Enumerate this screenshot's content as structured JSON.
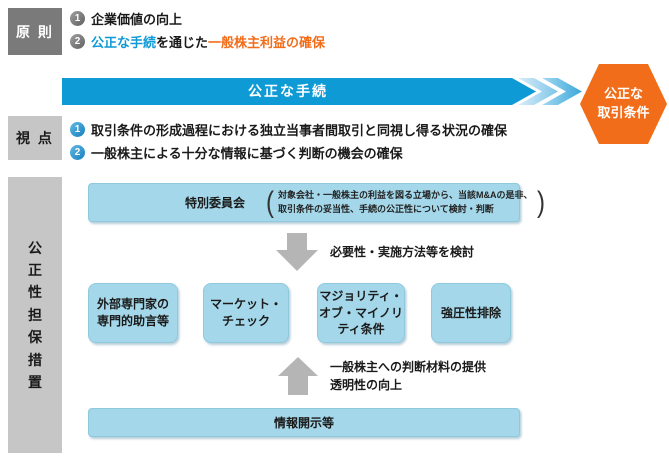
{
  "colors": {
    "accent_blue": "#0e9ad5",
    "accent_orange": "#f26d1a",
    "light_blue_box": "#a3d7e9",
    "dark_gray": "#7a7a7a",
    "light_gray": "#c6c6c6",
    "arrow_gray": "#b5b5b5"
  },
  "principles": {
    "label": "原 則",
    "item1_num": "1",
    "item1": "企業価値の向上",
    "item2_num": "2",
    "item2_blue": "公正な手続",
    "item2_plain": "を通じた",
    "item2_orange": "一般株主利益の確保"
  },
  "banner": {
    "label": "公正な手続"
  },
  "result_badge": {
    "line1": "公正な",
    "line2": "取引条件"
  },
  "viewpoints": {
    "label": "視 点",
    "item1_num": "1",
    "item1": "取引条件の形成過程における独立当事者間取引と同視し得る状況の確保",
    "item2_num": "2",
    "item2": "一般株主による十分な情報に基づく判断の機会の確保"
  },
  "measures": {
    "label": "公正性担保措置",
    "committee": {
      "title": "特別委員会",
      "paren_open": "(",
      "paren_close": ")",
      "detail_line1": "対象会社・一般株主の利益を図る立場から、当該M&Aの是非、",
      "detail_line2": "取引条件の妥当性、手続の公正性について検討・判断"
    },
    "down_arrow_note": "必要性・実施方法等を検討",
    "boxes": [
      "外部専門家の\n専門的助言等",
      "マーケット・\nチェック",
      "マジョリティ・\nオブ・マイノリ\nティ条件",
      "強圧性排除"
    ],
    "up_arrow_note": "一般株主への判断材料の提供\n透明性の向上",
    "disclosure": "情報開示等"
  }
}
